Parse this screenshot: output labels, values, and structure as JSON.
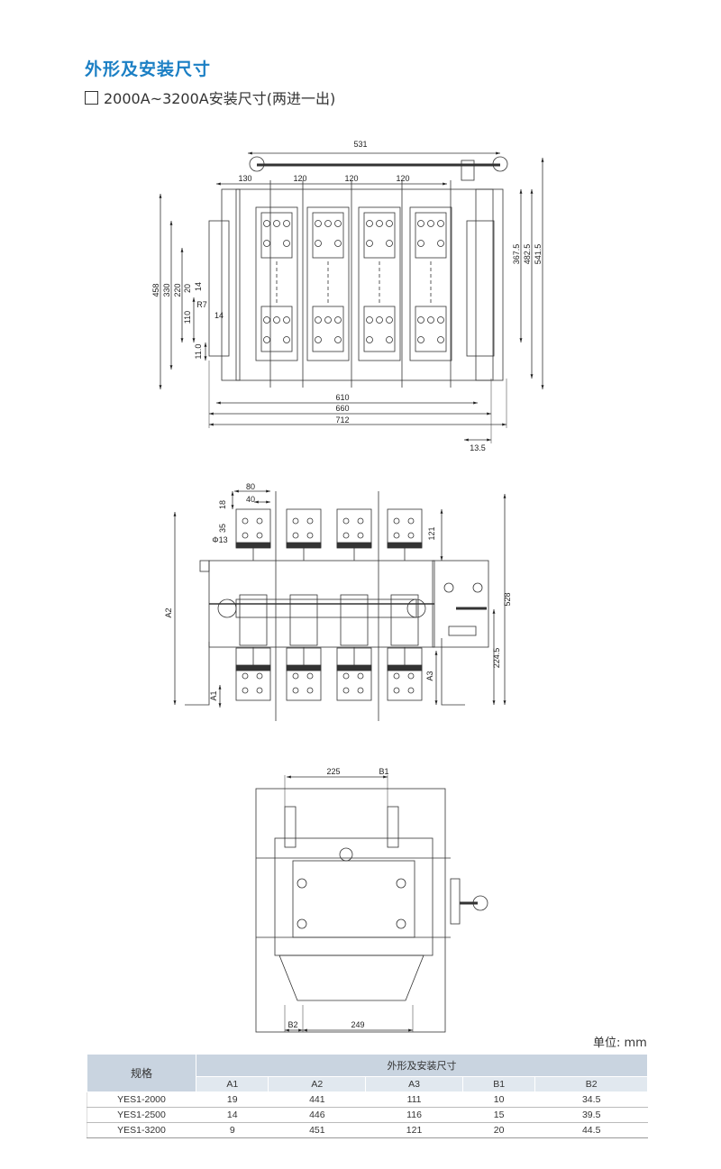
{
  "header": {
    "title": "外形及安装尺寸",
    "subtitle": "2000A~3200A安装尺寸(两进一出)"
  },
  "top_view": {
    "dims": {
      "d531": "531",
      "d130": "130",
      "d120a": "120",
      "d120b": "120",
      "d120c": "120",
      "d458": "458",
      "d330": "330",
      "d220": "220",
      "d20": "20",
      "d14a": "14",
      "dR7": "R7",
      "d110": "110",
      "d14b": "14",
      "d11": "11.0",
      "d367": "367.5",
      "d482": "482.5",
      "d541": "541.5",
      "d610": "610",
      "d660": "660",
      "d712": "712",
      "d13": "13.5"
    }
  },
  "front_view": {
    "dims": {
      "d80": "80",
      "d40": "40",
      "d18": "18",
      "d35": "35",
      "dphi": "Φ13",
      "d121": "121",
      "dA2": "A2",
      "dA1": "A1",
      "dA3": "A3",
      "d528": "528",
      "d224": "224.5"
    }
  },
  "side_view": {
    "dims": {
      "d225": "225",
      "dB1": "B1",
      "dB2": "B2",
      "d249": "249"
    }
  },
  "unit_label": "单位: mm",
  "table": {
    "corner": "规格",
    "group_header": "外形及安装尺寸",
    "columns": [
      "A1",
      "A2",
      "A3",
      "B1",
      "B2"
    ],
    "rows": [
      {
        "model": "YES1-2000",
        "values": [
          "19",
          "441",
          "111",
          "10",
          "34.5"
        ]
      },
      {
        "model": "YES1-2500",
        "values": [
          "14",
          "446",
          "116",
          "15",
          "39.5"
        ]
      },
      {
        "model": "YES1-3200",
        "values": [
          "9",
          "451",
          "121",
          "20",
          "44.5"
        ]
      }
    ]
  }
}
